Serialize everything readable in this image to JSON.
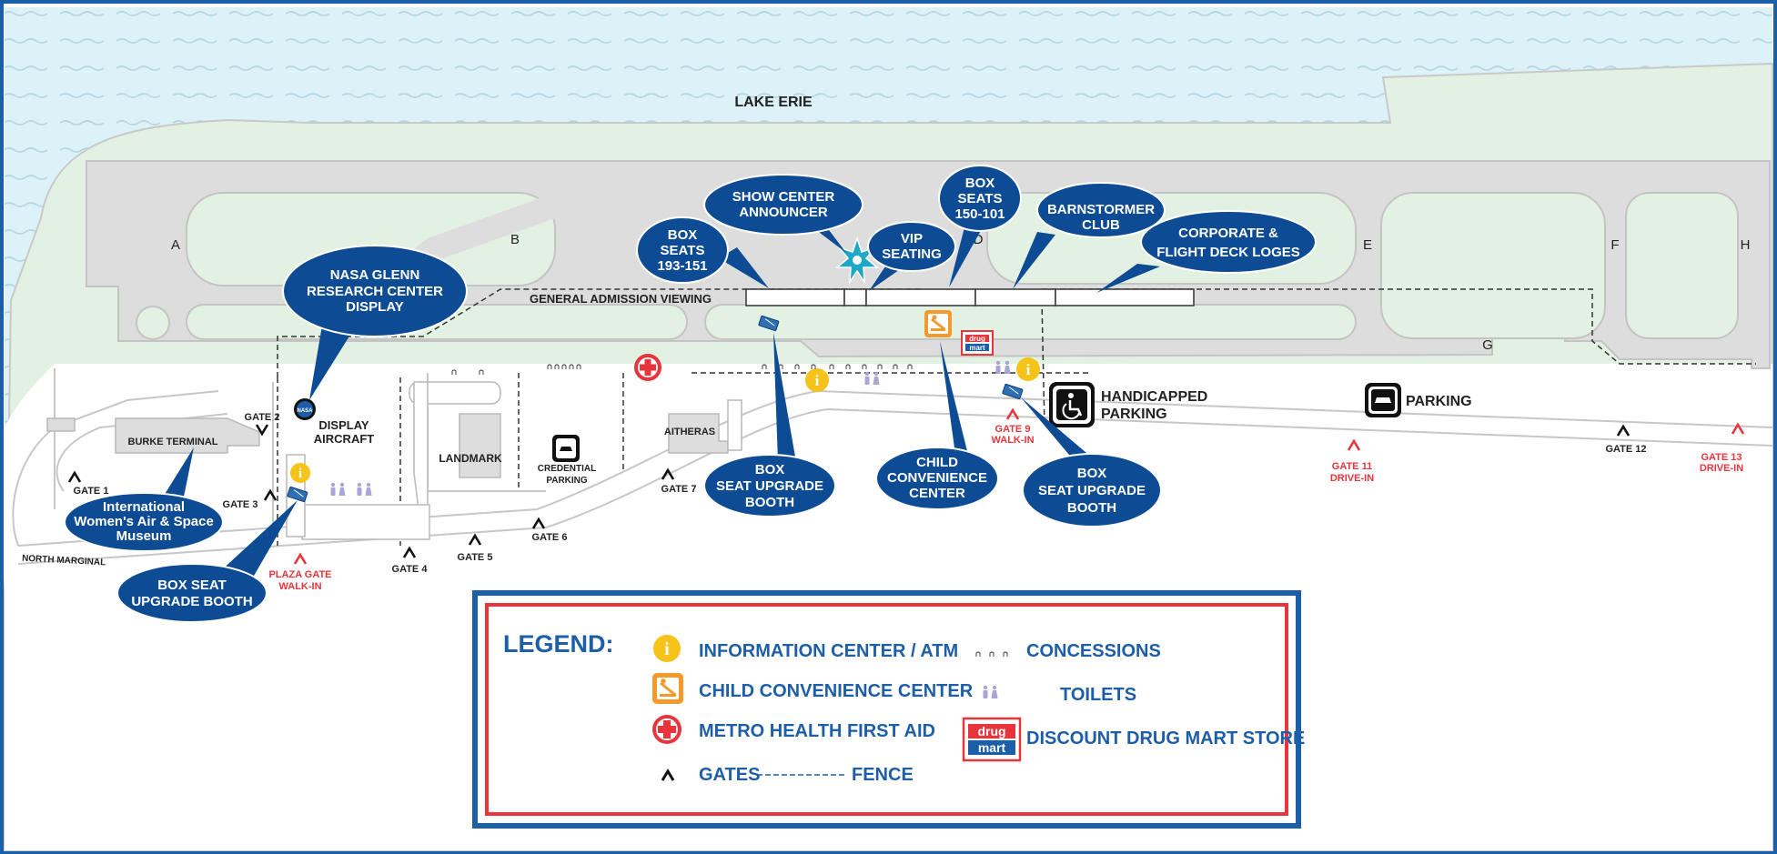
{
  "colors": {
    "water": "#dcf1f8",
    "land": "#e3f1e3",
    "runway": "#dddddd",
    "navy": "#0d4c94",
    "legend_blue": "#1d5ea8",
    "red": "#e8343b",
    "info_yellow": "#f6c31b",
    "child_orange": "#f39a2a",
    "teal": "#1fa7c5"
  },
  "map": {
    "lake": "LAKE ERIE",
    "general_admission": "GENERAL ADMISSION VIEWING",
    "runway_letters": [
      "A",
      "B",
      "D",
      "E",
      "F",
      "H",
      "G"
    ],
    "display_aircraft": [
      "DISPLAY",
      "AIRCRAFT"
    ],
    "burke_terminal": "BURKE TERMINAL",
    "landmark": "LANDMARK",
    "credential_parking": [
      "CREDENTIAL",
      "PARKING"
    ],
    "aitheras": "AITHERAS",
    "handicapped_parking": [
      "HANDICAPPED",
      "PARKING"
    ],
    "parking": "PARKING",
    "north_marginal": "NORTH MARGINAL"
  },
  "callouts": {
    "nasa": [
      "NASA GLENN",
      "RESEARCH CENTER",
      "DISPLAY"
    ],
    "museum": [
      "International",
      "Women's Air & Space",
      "Museum"
    ],
    "box_seat_left": [
      "BOX SEAT",
      "UPGRADE BOOTH"
    ],
    "box_seats_193": [
      "BOX",
      "SEATS",
      "193-151"
    ],
    "show_center": [
      "SHOW CENTER",
      "ANNOUNCER"
    ],
    "vip": [
      "VIP",
      "SEATING"
    ],
    "box_seats_150": [
      "BOX",
      "SEATS",
      "150-101"
    ],
    "barnstormer": [
      "BARNSTORMER",
      "CLUB"
    ],
    "corporate": [
      "CORPORATE &",
      "FLIGHT DECK LOGES"
    ],
    "box_upgrade_mid": [
      "BOX",
      "SEAT UPGRADE",
      "BOOTH"
    ],
    "child_center": [
      "CHILD",
      "CONVENIENCE",
      "CENTER"
    ],
    "box_upgrade_right": [
      "BOX",
      "SEAT UPGRADE",
      "BOOTH"
    ]
  },
  "gates": {
    "gate1": "GATE 1",
    "gate2": "GATE 2",
    "gate3": "GATE 3",
    "gate4": "GATE 4",
    "gate5": "GATE 5",
    "gate6": "GATE 6",
    "gate7": "GATE 7",
    "gate12": "GATE 12",
    "plaza": [
      "PLAZA GATE",
      "WALK-IN"
    ],
    "gate9": [
      "GATE 9",
      "WALK-IN"
    ],
    "gate11": [
      "GATE 11",
      "DRIVE-IN"
    ],
    "gate13": [
      "GATE 13",
      "DRIVE-IN"
    ]
  },
  "legend": {
    "title": "LEGEND:",
    "info": "INFORMATION CENTER / ATM",
    "child": "CHILD CONVENIENCE CENTER",
    "first_aid": "METRO HEALTH FIRST AID",
    "gates": "GATES",
    "fence": "FENCE",
    "concessions": "CONCESSIONS",
    "toilets": "TOILETS",
    "drugmart": "DISCOUNT DRUG MART STORE"
  },
  "logos": {
    "drugmart_top": "drug",
    "drugmart_bottom": "mart",
    "nasa": "NASA"
  },
  "icons": [
    "info-icon",
    "child-convenience-icon",
    "first-aid-icon",
    "gate-icon",
    "concessions-icon",
    "toilets-icon",
    "drugmart-icon",
    "wheelchair-icon",
    "car-icon",
    "ticket-icon",
    "star-burst-icon",
    "nasa-logo-icon"
  ]
}
